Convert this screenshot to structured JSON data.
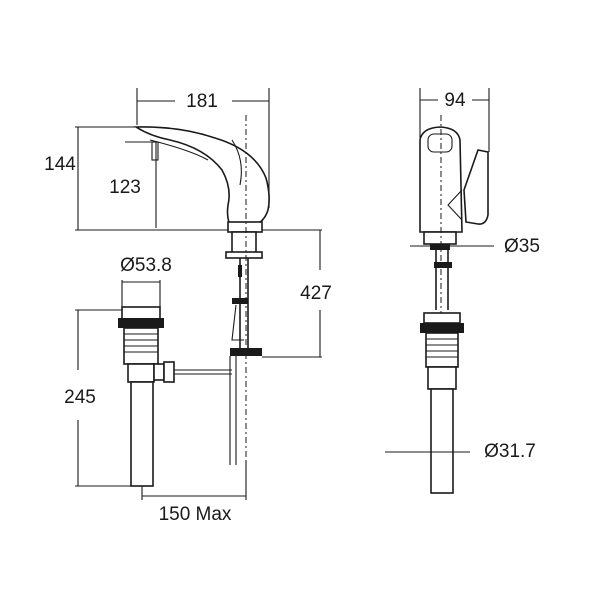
{
  "side_view": {
    "dims": {
      "spout_length": "181",
      "total_height": "144",
      "spout_height": "123",
      "flexible_length": "427",
      "waste_diameter": "Ø53.8",
      "waste_length": "245",
      "rod_reach": "150 Max"
    }
  },
  "front_view": {
    "dims": {
      "body_width": "94",
      "shank_diameter": "Ø35",
      "tail_diameter": "Ø31.7"
    }
  }
}
